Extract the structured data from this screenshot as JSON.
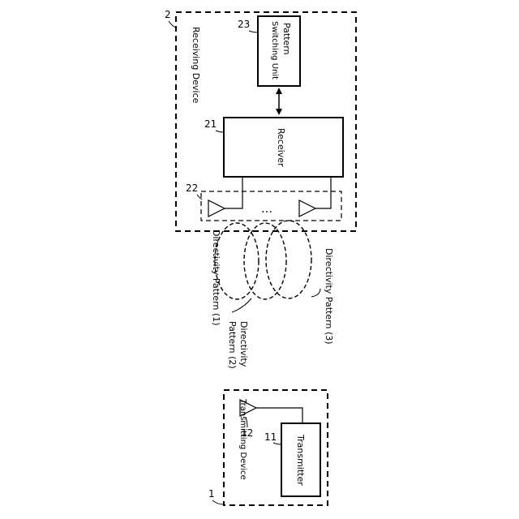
{
  "receiver_device": {
    "ref": "2",
    "label": "Receiving Device",
    "pattern_switcher": {
      "ref": "23",
      "label_line1": "Pattern",
      "label_line2": "Switching Unit"
    },
    "receiver": {
      "ref": "21",
      "label": "Receiver"
    },
    "antenna_array": {
      "ref": "22",
      "ellipsis": "…"
    }
  },
  "directivity_patterns": {
    "p1": "Directivity Pattern (1)",
    "p2_line1": "Directivity",
    "p2_line2": "Pattern (2)",
    "p3": "Directivity Pattern (3)"
  },
  "transmitter_device": {
    "ref": "1",
    "label": "Transmitting Device",
    "transmitter": {
      "ref": "11",
      "label": "Transmitter"
    },
    "antenna": {
      "ref": "12"
    }
  }
}
